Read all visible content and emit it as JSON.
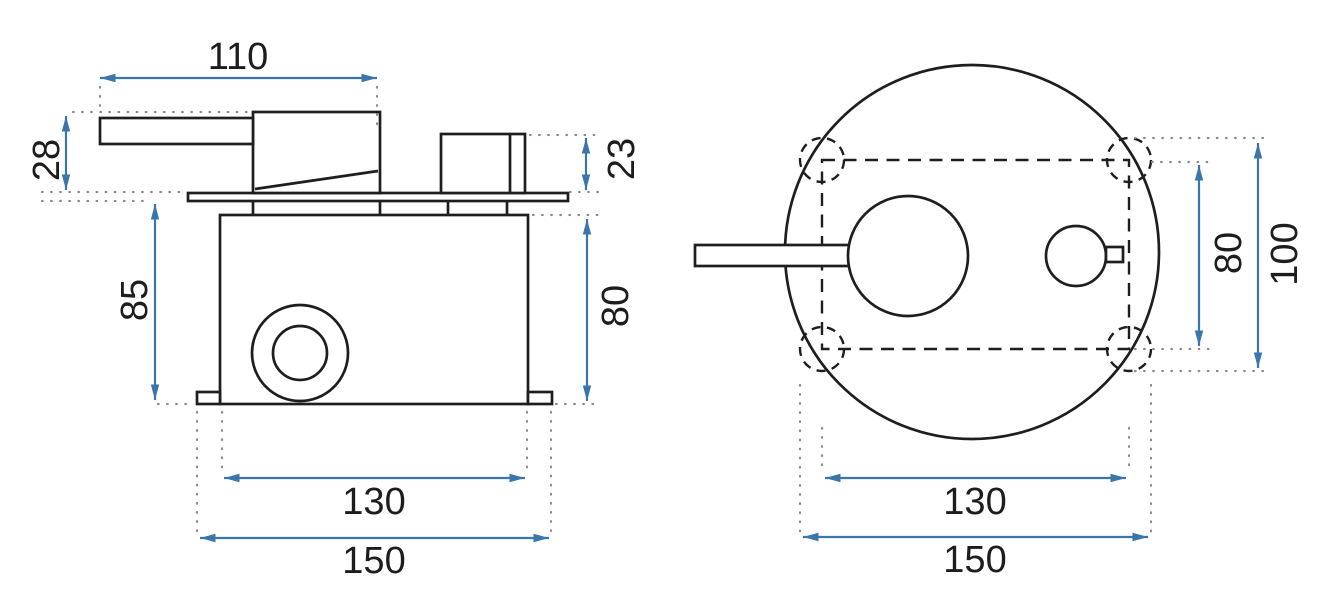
{
  "colors": {
    "outline": "#1e1e1e",
    "dimension": "#3a76aa",
    "extension": "#8a8a8a",
    "background": "#ffffff",
    "label": "#1d1d1d"
  },
  "side_view": {
    "dims": {
      "lever_length": "110",
      "lever_drop": "28",
      "knob_height": "23",
      "body_depth": "85",
      "body_height": "80",
      "body_width": "130",
      "overall_width": "150"
    }
  },
  "front_view": {
    "dims": {
      "box_height": "80",
      "hole_span_vertical": "100",
      "box_width": "130",
      "hole_span_horizontal": "150"
    }
  }
}
